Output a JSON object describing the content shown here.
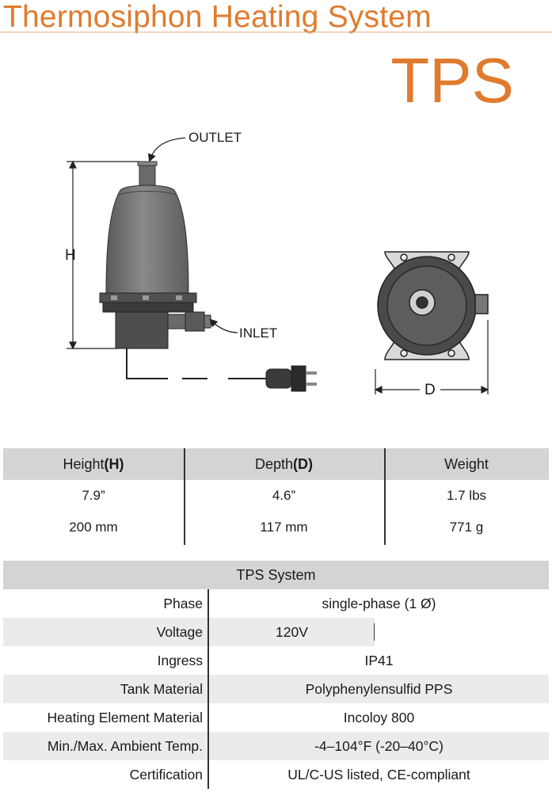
{
  "header": {
    "title": "Thermosiphon Heating System",
    "model": "TPS"
  },
  "diagram": {
    "outlet_label": "OUTLET",
    "inlet_label": "INLET",
    "height_label": "H",
    "depth_label": "D"
  },
  "dimensions": {
    "headers": [
      {
        "text": "Height ",
        "bold": "(H)"
      },
      {
        "text": "Depth ",
        "bold": "(D)"
      },
      {
        "text": "Weight",
        "bold": ""
      }
    ],
    "rows": [
      [
        "7.9”",
        "4.6”",
        "1.7 lbs"
      ],
      [
        "200 mm",
        "117 mm",
        "771 g"
      ]
    ]
  },
  "system": {
    "title": "TPS System",
    "rows": [
      {
        "label": "Phase",
        "value": "single-phase (1 Ø)"
      },
      {
        "label": "Voltage",
        "value": "120V"
      },
      {
        "label": "Ingress",
        "value": "IP41"
      },
      {
        "label": "Tank Material",
        "value": "Polyphenylensulfid PPS"
      },
      {
        "label": "Heating Element Material",
        "value": "Incoloy 800"
      },
      {
        "label": "Min./Max. Ambient Temp.",
        "value": "-4–104°F (-20–40°C)"
      },
      {
        "label": "Certification",
        "value": "UL/C-US listed, CE-compliant"
      }
    ]
  }
}
